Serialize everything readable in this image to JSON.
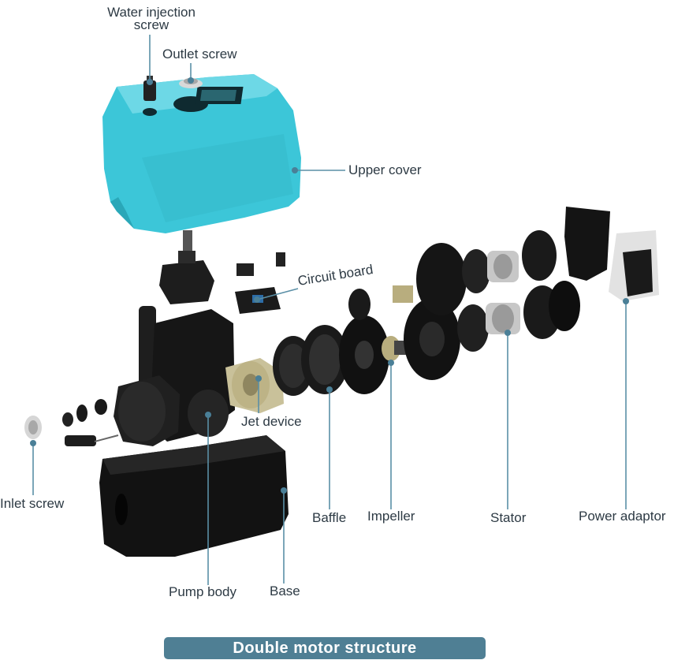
{
  "labels": {
    "water_injection_screw": "Water injection\nscrew",
    "outlet_screw": "Outlet screw",
    "upper_cover": "Upper cover",
    "circuit_board": "Circuit board",
    "jet_device": "Jet device",
    "inlet_screw": "Inlet screw",
    "pump_body": "Pump body",
    "base": "Base",
    "baffle": "Baffle",
    "impeller": "Impeller",
    "stator": "Stator",
    "power_adaptor": "Power adaptor"
  },
  "banner": "Double motor structure",
  "colors": {
    "leader": "#5a8fa6",
    "dot": "#4a7f97",
    "cover": "#3cc6d8",
    "body": "#1a1a1a",
    "jet": "#c9c19a",
    "stator": "#c7c7c7",
    "banner": "#4f7f94"
  }
}
